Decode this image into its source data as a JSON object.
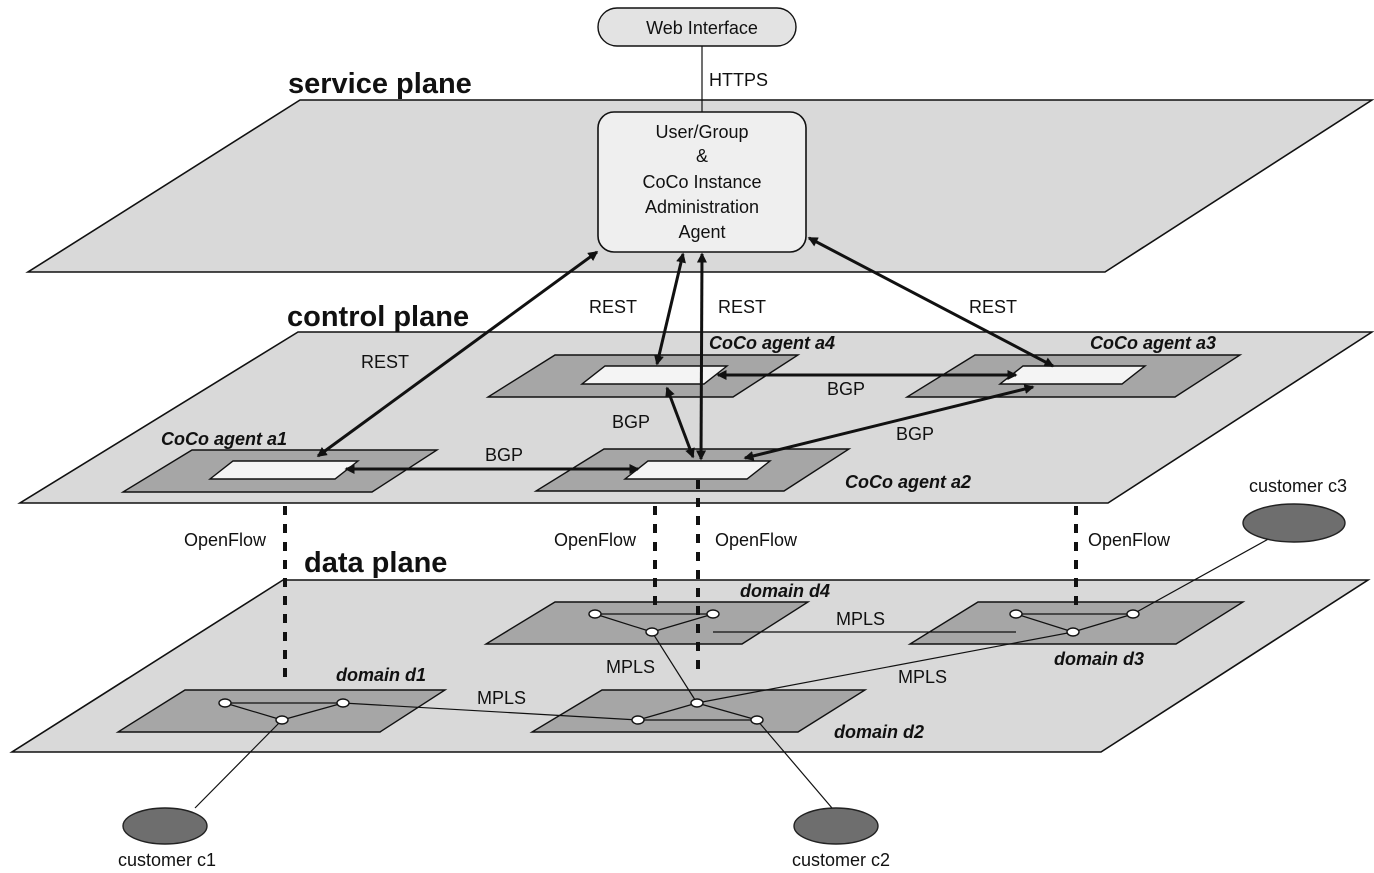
{
  "web_interface": "Web Interface",
  "https_label": "HTTPS",
  "admin_agent": {
    "lines": [
      "User/Group",
      "&",
      "CoCo Instance",
      "Administration",
      "Agent"
    ]
  },
  "planes": {
    "service": "service plane",
    "control": "control plane",
    "data": "data plane"
  },
  "protocols": {
    "rest": "REST",
    "bgp": "BGP",
    "openflow": "OpenFlow",
    "mpls": "MPLS"
  },
  "agents": {
    "a1": "CoCo agent a1",
    "a2": "CoCo agent a2",
    "a3": "CoCo agent a3",
    "a4": "CoCo agent a4"
  },
  "domains": {
    "d1": "domain d1",
    "d2": "domain d2",
    "d3": "domain d3",
    "d4": "domain d4"
  },
  "customers": {
    "c1": "customer c1",
    "c2": "customer c2",
    "c3": "customer c3"
  }
}
